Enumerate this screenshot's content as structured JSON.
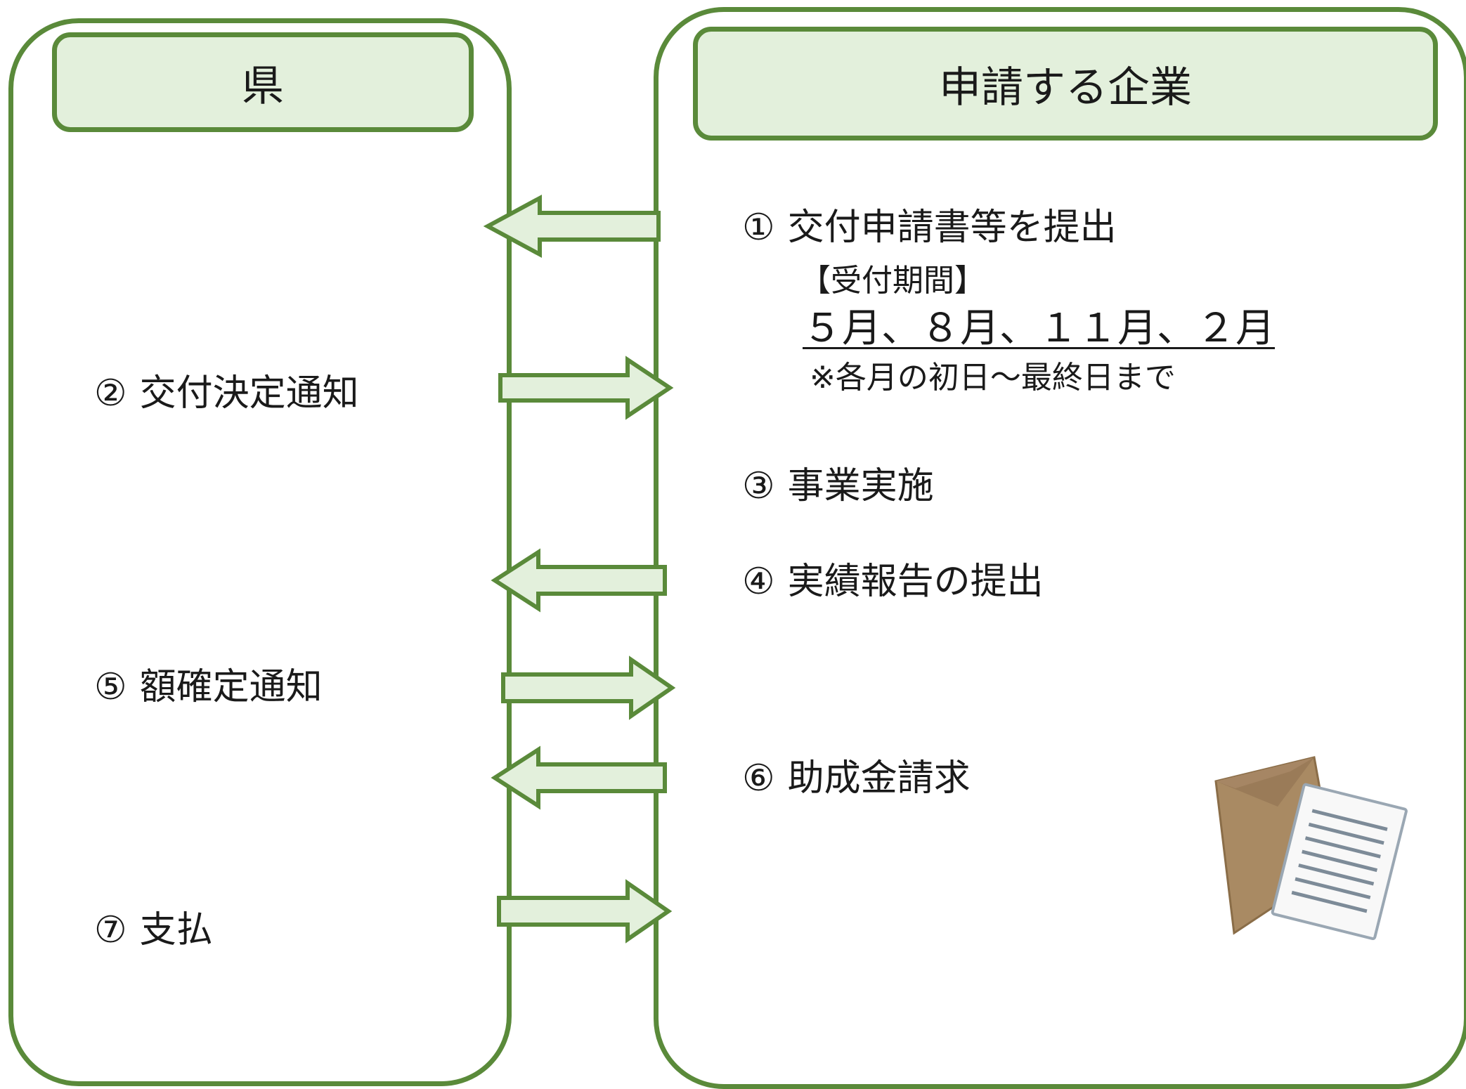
{
  "left_lane": {
    "title": "県"
  },
  "right_lane": {
    "title": "申請する企業"
  },
  "steps": {
    "s1": {
      "num": "①",
      "label": "交付申請書等を提出"
    },
    "s2": {
      "num": "②",
      "label": "交付決定通知"
    },
    "s3": {
      "num": "③",
      "label": "事業実施"
    },
    "s4": {
      "num": "④",
      "label": "実績報告の提出"
    },
    "s5": {
      "num": "⑤",
      "label": "額確定通知"
    },
    "s6": {
      "num": "⑥",
      "label": "助成金請求"
    },
    "s7": {
      "num": "⑦",
      "label": "支払"
    }
  },
  "reception": {
    "heading": "【受付期間】",
    "months": "５月、８月、１１月、２月",
    "note": "※各月の初日～最終日まで"
  },
  "arrows": [
    {
      "step": "①",
      "direction": "to-left"
    },
    {
      "step": "②",
      "direction": "to-right"
    },
    {
      "step": "④",
      "direction": "to-left"
    },
    {
      "step": "⑤",
      "direction": "to-right"
    },
    {
      "step": "⑥",
      "direction": "to-left"
    },
    {
      "step": "⑦",
      "direction": "to-right"
    }
  ],
  "illustration": {
    "icon": "envelope-with-document-icon"
  },
  "colors": {
    "border": "#5a8a3a",
    "fill": "#e3f0dc",
    "arrow_fill": "#e3f0dc"
  }
}
